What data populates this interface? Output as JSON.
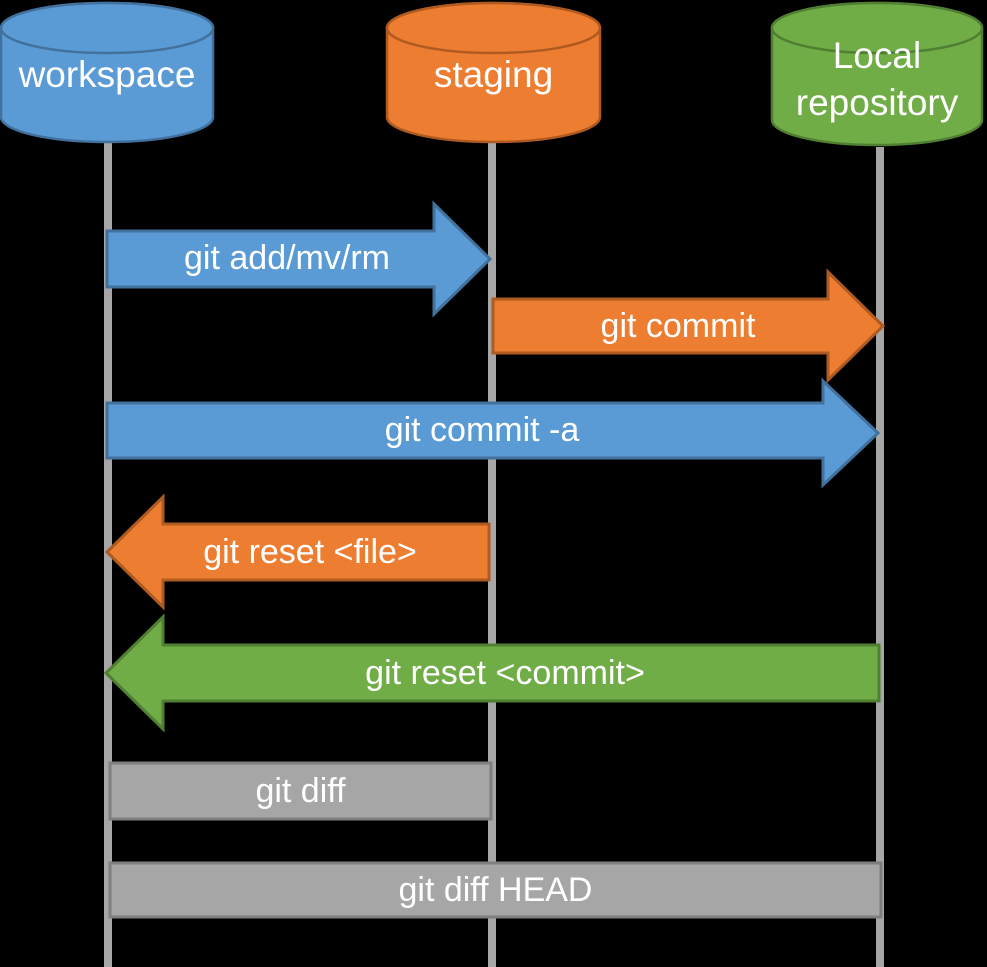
{
  "canvas": {
    "background": "#000000",
    "lifeline_color": "#A6A6A6"
  },
  "diagram": {
    "nodes": [
      {
        "id": "workspace",
        "label": "workspace",
        "color": "#5B9BD5",
        "border": "#41719C"
      },
      {
        "id": "staging",
        "label": "staging",
        "color": "#ED7D31",
        "border": "#AE5A21"
      },
      {
        "id": "local-repository",
        "label": "Local repository",
        "color": "#70AD47",
        "border": "#507E32"
      }
    ],
    "arrows": [
      {
        "label": "git add/mv/rm",
        "from": "workspace",
        "to": "staging",
        "direction": "right",
        "color": "#5B9BD5",
        "border": "#41719C"
      },
      {
        "label": "git commit",
        "from": "staging",
        "to": "local-repository",
        "direction": "right",
        "color": "#ED7D31",
        "border": "#AE5A21"
      },
      {
        "label": "git commit -a",
        "from": "workspace",
        "to": "local-repository",
        "direction": "right",
        "color": "#5B9BD5",
        "border": "#41719C"
      },
      {
        "label": "git reset <file>",
        "from": "staging",
        "to": "workspace",
        "direction": "left",
        "color": "#ED7D31",
        "border": "#AE5A21"
      },
      {
        "label": "git reset <commit>",
        "from": "local-repository",
        "to": "workspace",
        "direction": "left",
        "color": "#70AD47",
        "border": "#507E32"
      }
    ],
    "bars": [
      {
        "label": "git diff",
        "spans": [
          "workspace",
          "staging"
        ],
        "color": "#A6A6A6",
        "border": "#7F7F7F"
      },
      {
        "label": "git diff HEAD",
        "spans": [
          "workspace",
          "local-repository"
        ],
        "color": "#A6A6A6",
        "border": "#7F7F7F"
      }
    ]
  }
}
